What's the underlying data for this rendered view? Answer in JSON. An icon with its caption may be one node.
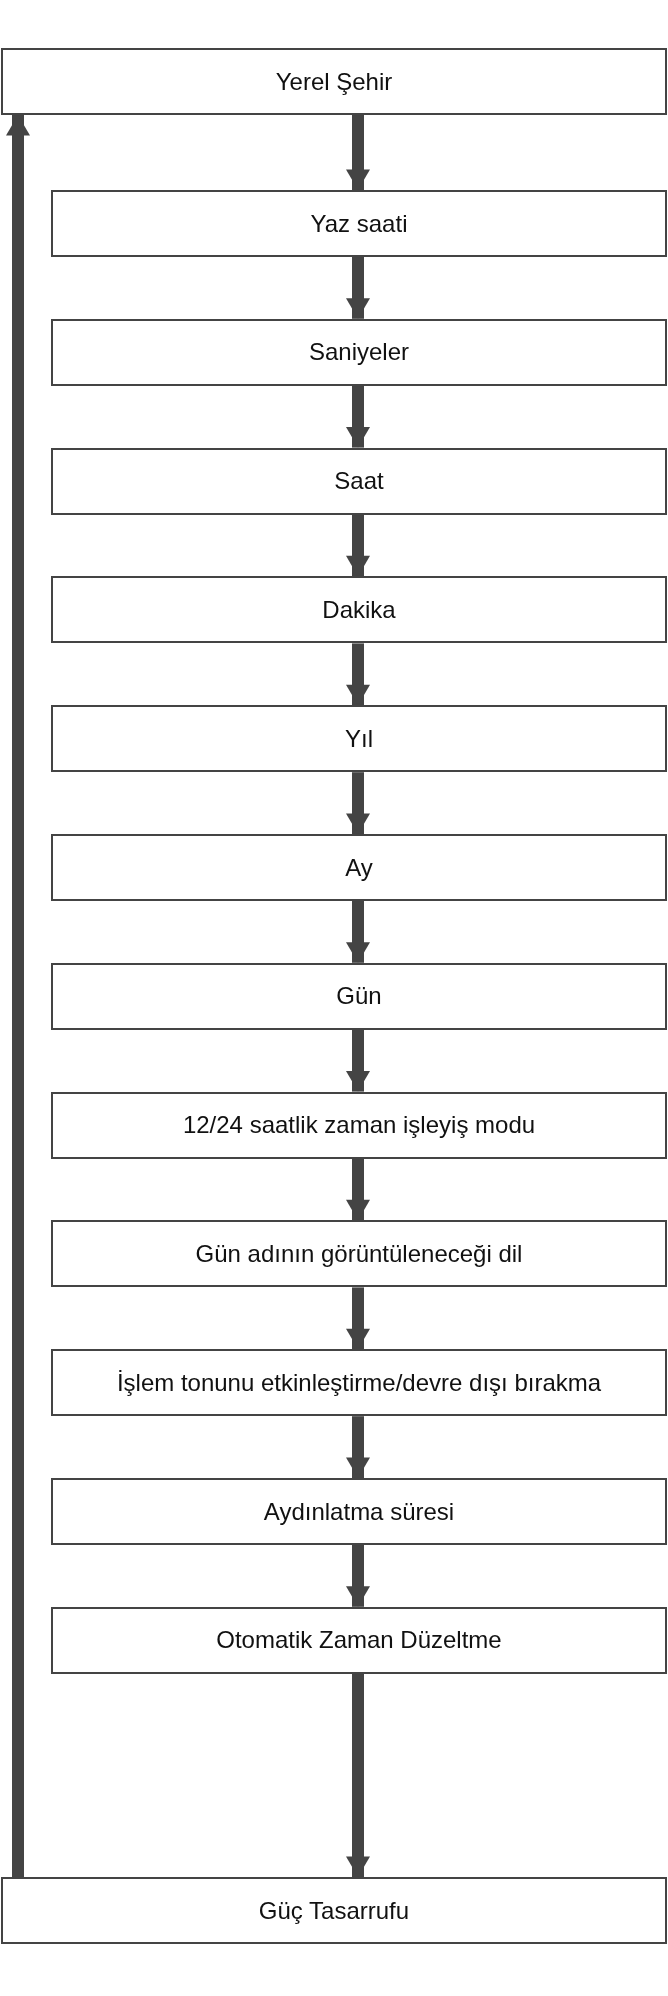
{
  "diagram": {
    "nodes": [
      {
        "text": [
          "Yerel Şehir"
        ]
      },
      {
        "text": [
          "Yaz saati"
        ]
      },
      {
        "text": [
          "Saniyeler"
        ]
      },
      {
        "text": [
          "Saat"
        ]
      },
      {
        "text": [
          "Dakika"
        ]
      },
      {
        "text": [
          "Yıl"
        ]
      },
      {
        "text": [
          "Ay"
        ]
      },
      {
        "text": [
          "Gün"
        ]
      },
      {
        "text": [
          "12/24 saatlik zaman işleyiş modu"
        ]
      },
      {
        "text": [
          "Gün adının görüntüleneceği dil"
        ]
      },
      {
        "text": [
          "İşlem tonunu etkinleştirme/devre dışı bırakma"
        ]
      },
      {
        "text": [
          "Aydınlatma süresi"
        ]
      },
      {
        "text": [
          "Otomatik Zaman Düzeltme"
        ]
      },
      {
        "text": [
          "Güç Tasarrufu"
        ]
      }
    ],
    "edges": [
      {
        "from": 0,
        "to": 1,
        "arrow": "to"
      },
      {
        "from": 1,
        "to": 2,
        "arrow": "to"
      },
      {
        "from": 2,
        "to": 3,
        "arrow": "to"
      },
      {
        "from": 3,
        "to": 4,
        "arrow": "to"
      },
      {
        "from": 4,
        "to": 5,
        "arrow": "to"
      },
      {
        "from": 5,
        "to": 6,
        "arrow": "to"
      },
      {
        "from": 6,
        "to": 7,
        "arrow": "to"
      },
      {
        "from": 7,
        "to": 8,
        "arrow": "to"
      },
      {
        "from": 8,
        "to": 9,
        "arrow": "to"
      },
      {
        "from": 9,
        "to": 10,
        "arrow": "to"
      },
      {
        "from": 10,
        "to": 11,
        "arrow": "to"
      },
      {
        "from": 11,
        "to": 12,
        "arrow": "to"
      },
      {
        "from": 12,
        "to": 13,
        "arrow": "to"
      },
      {
        "from": 13,
        "to": 0,
        "arrow": "to"
      }
    ]
  }
}
